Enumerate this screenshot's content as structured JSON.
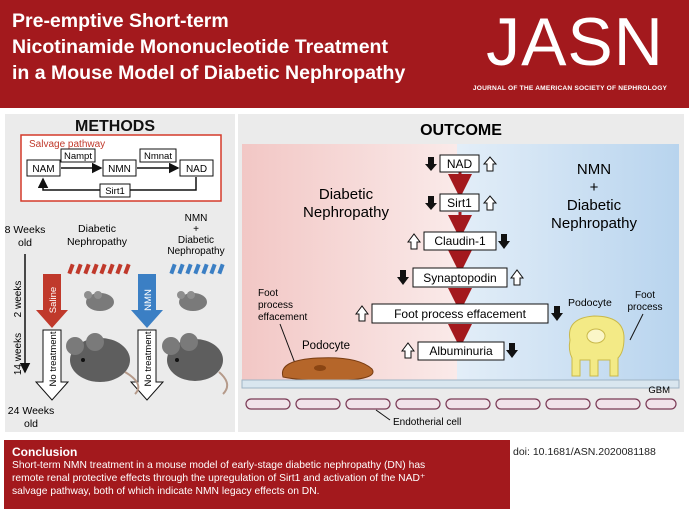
{
  "header": {
    "title_line1": "Pre-emptive Short-term",
    "title_line2": "Nicotinamide Mononucleotide Treatment",
    "title_line3": "in a Mouse Model of Diabetic Nephropathy",
    "journal": "JASN",
    "journal_subtitle": "JOURNAL OF THE AMERICAN SOCIETY OF NEPHROLOGY"
  },
  "methods": {
    "title": "METHODS",
    "salvage": {
      "label": "Salvage pathway",
      "nam": "NAM",
      "nmn": "NMN",
      "nad": "NAD",
      "nampt": "Nampt",
      "nmnat": "Nmnat",
      "sirt1": "Sirt1"
    },
    "timeline": {
      "age_start_1": "8 Weeks",
      "age_start_2": "old",
      "group1_1": "Diabetic",
      "group1_2": "Nephropathy",
      "group2_1": "NMN",
      "group2_2": "+",
      "group2_3": "Diabetic",
      "group2_4": "Nephropathy",
      "duration1": "2 weeks",
      "duration2": "14 weeks",
      "saline": "Saline",
      "nmn_treat": "NMN",
      "no_treat_1": "No treatment",
      "no_treat_2": "No treatment",
      "age_end_1": "24 Weeks",
      "age_end_2": "old"
    }
  },
  "outcome": {
    "title": "OUTCOME",
    "dn_1": "Diabetic",
    "dn_2": "Nephropathy",
    "nmn_1": "NMN",
    "nmn_2": "+",
    "nmn_3": "Diabetic",
    "nmn_4": "Nephropathy",
    "cascade": [
      "NAD",
      "Sirt1",
      "Claudin-1",
      "Synaptopodin",
      "Foot process effacement",
      "Albuminuria"
    ],
    "foot_eff_1": "Foot",
    "foot_eff_2": "process",
    "foot_eff_3": "effacement",
    "podocyte_left": "Podocyte",
    "podocyte_right": "Podocyte",
    "foot_right_1": "Foot",
    "foot_right_2": "process",
    "gbm": "GBM",
    "endothelial": "Endotherial cell"
  },
  "footer": {
    "conclusion_title": "Conclusion",
    "line1": "Short-term NMN treatment in a mouse model of early-stage diabetic nephropathy (DN) has",
    "line2": "remote renal protective  effects through the upregulation of Sirt1 and activation of the NAD⁺",
    "line3": "salvage pathway, both of which indicate NMN legacy effects on DN.",
    "doi": "doi: 10.1681/ASN.2020081188"
  },
  "colors": {
    "brand_red": "#a3191d",
    "dn_pink": "#f2c7c5",
    "nmn_blue": "#c7def2",
    "podocyte_brown": "#b5662a",
    "podocyte_yellow": "#f3ea86"
  }
}
